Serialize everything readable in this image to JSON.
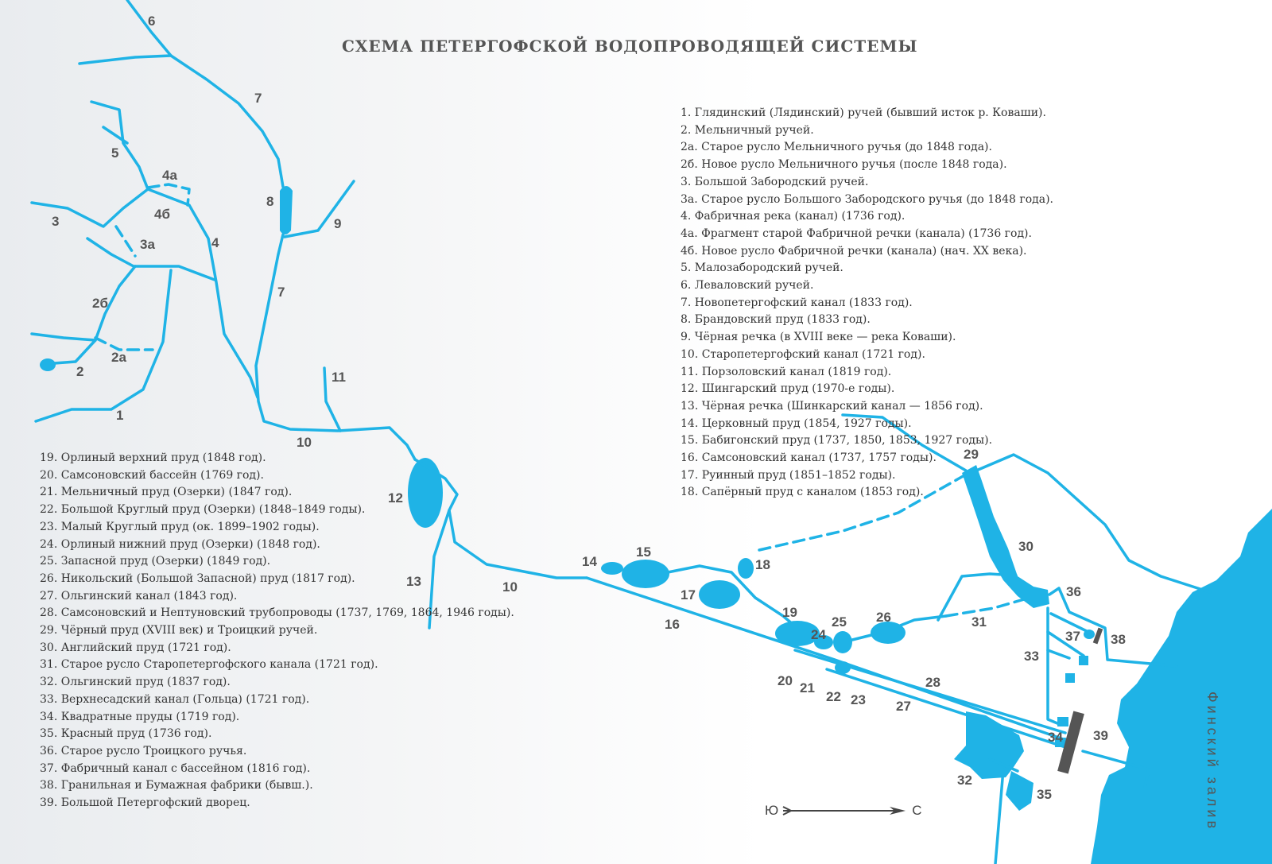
{
  "title": "СХЕМА ПЕТЕРГОФСКОЙ ВОДОПРОВОДЯЩЕЙ СИСТЕМЫ",
  "legend_right": [
    "1. Глядинский (Лядинский) ручей (бывший исток р. Коваши).",
    "2. Мельничный ручей.",
    "2а. Старое русло Мельничного ручья (до 1848 года).",
    "2б. Новое русло Мельничного ручья (после 1848 года).",
    "3. Большой Забородский ручей.",
    "3а. Старое русло Большого Забородского ручья (до 1848 года).",
    "4. Фабричная река (канал) (1736 год).",
    "4а. Фрагмент старой Фабричной речки (канала) (1736 год).",
    "4б. Новое русло Фабричной речки (канала) (нач. XX века).",
    "5. Малозабородский ручей.",
    "6. Леваловский ручей.",
    "7. Новопетергофский канал (1833 год).",
    "8. Брандовский пруд (1833 год).",
    "9. Чёрная речка (в XVIII веке — река Коваши).",
    "10. Старопетергофский канал (1721 год).",
    "11. Порзоловский канал (1819 год).",
    "12. Шингарский пруд (1970-е годы).",
    "13. Чёрная речка (Шинкарский канал — 1856 год).",
    "14. Церковный пруд (1854, 1927 годы).",
    "15. Бабигонский пруд (1737, 1850, 1853, 1927 годы).",
    "16. Самсоновский канал (1737, 1757 годы).",
    "17. Руинный пруд (1851–1852 годы).",
    "18. Сапёрный пруд с каналом (1853 год)."
  ],
  "legend_left": [
    "19. Орлиный верхний пруд (1848 год).",
    "20. Самсоновский бассейн (1769 год).",
    "21. Мельничный пруд (Озерки) (1847 год).",
    "22. Большой Круглый пруд (Озерки) (1848–1849 годы).",
    "23. Малый Круглый пруд (ок. 1899–1902 годы).",
    "24. Орлиный нижний пруд (Озерки) (1848 год).",
    "25. Запасной пруд (Озерки) (1849 год).",
    "26. Никольский (Большой Запасной) пруд (1817 год).",
    "27. Ольгинский канал (1843 год).",
    "28. Самсоновский и Нептуновский трубопроводы (1737, 1769, 1864, 1946 годы).",
    "29. Чёрный пруд (XVIII век) и Троицкий ручей.",
    "30. Английский пруд (1721 год).",
    "31. Старое русло Старопетергофского канала (1721 год).",
    "32. Ольгинский пруд (1837 год).",
    "33. Верхнесадский канал (Гольца) (1721 год).",
    "34. Квадратные пруды (1719 год).",
    "35. Красный пруд (1736 год).",
    "36. Старое русло Троицкого ручья.",
    "37. Фабричный канал с бассейном (1816 год).",
    "38. Гранильная и Бумажная фабрики (бывш.).",
    "39. Большой Петергофский дворец."
  ],
  "map_labels": [
    "1",
    "2",
    "2а",
    "2б",
    "3",
    "3а",
    "4",
    "4а",
    "4б",
    "5",
    "6",
    "7",
    "7",
    "8",
    "9",
    "10",
    "10",
    "11",
    "12",
    "13",
    "14",
    "15",
    "16",
    "17",
    "18",
    "19",
    "20",
    "21",
    "22",
    "23",
    "24",
    "25",
    "26",
    "27",
    "28",
    "29",
    "30",
    "31",
    "32",
    "33",
    "34",
    "35",
    "36",
    "37",
    "38",
    "39"
  ],
  "compass": {
    "south": "Ю",
    "north": "С"
  },
  "sea_label": "Финский залив",
  "colors": {
    "water": "#1fb3e6",
    "building": "#555555",
    "text": "#3a3a3a"
  }
}
